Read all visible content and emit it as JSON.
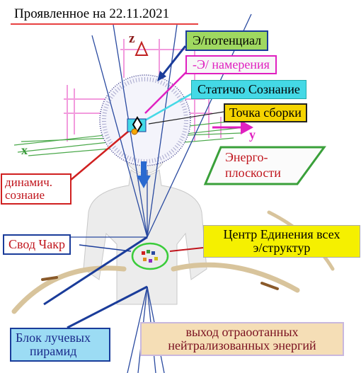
{
  "title": "Проявленное на 22.11.2021",
  "labels": {
    "potential": "Э/потенциал",
    "intentions": "-Э/ намерения",
    "static": "Статичю Сознание",
    "assembly_point": "Точка сборки",
    "energy_planes_1": "Энерго-",
    "energy_planes_2": "плоскости",
    "dynamic_1": "динамич.",
    "dynamic_2": "сознаие",
    "center_1": "Центр Единения всех",
    "center_2": "э/структур",
    "vault": "Свод Чакр",
    "block_1": "Блок лучевых",
    "block_2": "пирамид",
    "exit_1": "выход отраоотанных",
    "exit_2": "нейтрализованных энергий"
  },
  "axes": {
    "z": "z",
    "y": "y",
    "x": "x"
  },
  "colors": {
    "red": "#d02020",
    "magenta": "#e020c0",
    "blue": "#1a3c9a",
    "green": "#3aa03a",
    "pink_grid": "#f08ad8",
    "sphere": "#3a3a8a"
  },
  "icons": [
    "arrow-left-icon",
    "arrow-right-icon",
    "arrow-down-icon",
    "chakra-cluster-icon"
  ]
}
